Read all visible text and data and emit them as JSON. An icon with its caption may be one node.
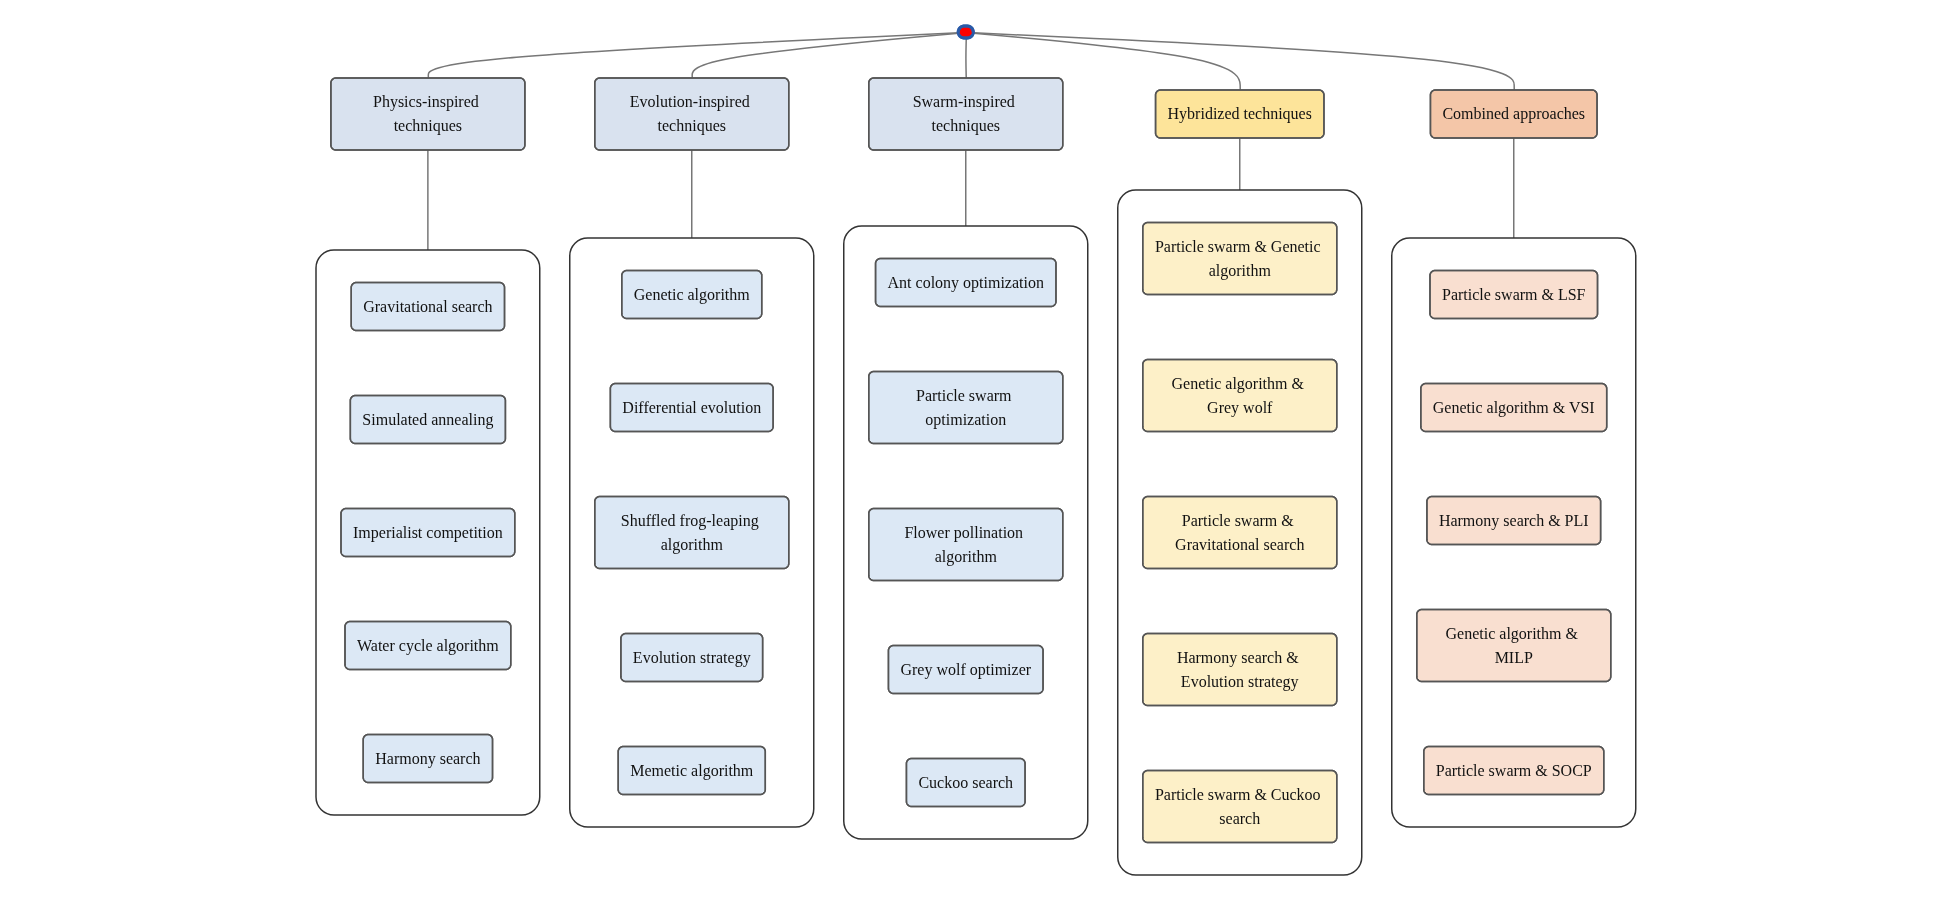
{
  "diagram": {
    "nodes": [
      {
        "text": [],
        "shape": "ellipse"
      },
      {
        "text": [
          "Physics-inspired techniques"
        ]
      },
      {
        "text": [
          "Evolution-inspired techniques"
        ]
      },
      {
        "text": [
          "Swarm-inspired techniques"
        ]
      },
      {
        "text": [
          "Hybridized techniques"
        ]
      },
      {
        "text": [
          "Combined approaches"
        ]
      },
      {
        "text": [],
        "shape": "box"
      },
      {
        "text": [
          "Gravitational search"
        ],
        "in": 6
      },
      {
        "text": [
          "Simulated annealing"
        ],
        "in": 6
      },
      {
        "text": [
          "Imperialist competition"
        ],
        "in": 6
      },
      {
        "text": [
          "Water cycle algorithm"
        ],
        "in": 6
      },
      {
        "text": [
          "Harmony search"
        ],
        "in": 6
      },
      {
        "text": [],
        "shape": "box"
      },
      {
        "text": [
          "Genetic algorithm"
        ],
        "in": 12
      },
      {
        "text": [
          "Differential evolution"
        ],
        "in": 12
      },
      {
        "text": [
          "Shuffled frog-leaping algorithm"
        ],
        "in": 12
      },
      {
        "text": [
          "Evolution strategy"
        ],
        "in": 12
      },
      {
        "text": [
          "Memetic algorithm"
        ],
        "in": 12
      },
      {
        "text": [],
        "shape": "box"
      },
      {
        "text": [
          "Ant colony optimization"
        ],
        "in": 18
      },
      {
        "text": [
          "Particle swarm optimization"
        ],
        "in": 18
      },
      {
        "text": [
          "Flower pollination algorithm"
        ],
        "in": 18
      },
      {
        "text": [
          "Grey wolf optimizer"
        ],
        "in": 18
      },
      {
        "text": [
          "Cuckoo search"
        ],
        "in": 18
      },
      {
        "text": [],
        "shape": "box"
      },
      {
        "text": [
          "Particle swarm & Genetic algorithm"
        ],
        "in": 24
      },
      {
        "text": [
          "Genetic algorithm & Grey wolf"
        ],
        "in": 24
      },
      {
        "text": [
          "Particle swarm & Gravitational search"
        ],
        "in": 24
      },
      {
        "text": [
          "Harmony search & Evolution strategy"
        ],
        "in": 24
      },
      {
        "text": [
          "Particle swarm & Cuckoo search"
        ],
        "in": 24
      },
      {
        "text": [],
        "shape": "box"
      },
      {
        "text": [
          "Particle swarm & LSF"
        ],
        "in": 30
      },
      {
        "text": [
          "Genetic algorithm & VSI"
        ],
        "in": 30
      },
      {
        "text": [
          "Harmony search & PLI"
        ],
        "in": 30
      },
      {
        "text": [
          "Genetic algorithm & MILP"
        ],
        "in": 30
      },
      {
        "text": [
          "Particle swarm & SOCP"
        ],
        "in": 30
      }
    ],
    "edges": [
      {
        "from": 0,
        "to": 1,
        "arrow": "none"
      },
      {
        "from": 0,
        "to": 2,
        "arrow": "none"
      },
      {
        "from": 0,
        "to": 3,
        "arrow": "none"
      },
      {
        "from": 0,
        "to": 4,
        "arrow": "none"
      },
      {
        "from": 0,
        "to": 5,
        "arrow": "none"
      },
      {
        "from": 1,
        "to": 6,
        "arrow": "none"
      },
      {
        "from": 2,
        "to": 12,
        "arrow": "none"
      },
      {
        "from": 3,
        "to": 18,
        "arrow": "none"
      },
      {
        "from": 4,
        "to": 24,
        "arrow": "none"
      },
      {
        "from": 5,
        "to": 30,
        "arrow": "none"
      }
    ]
  }
}
